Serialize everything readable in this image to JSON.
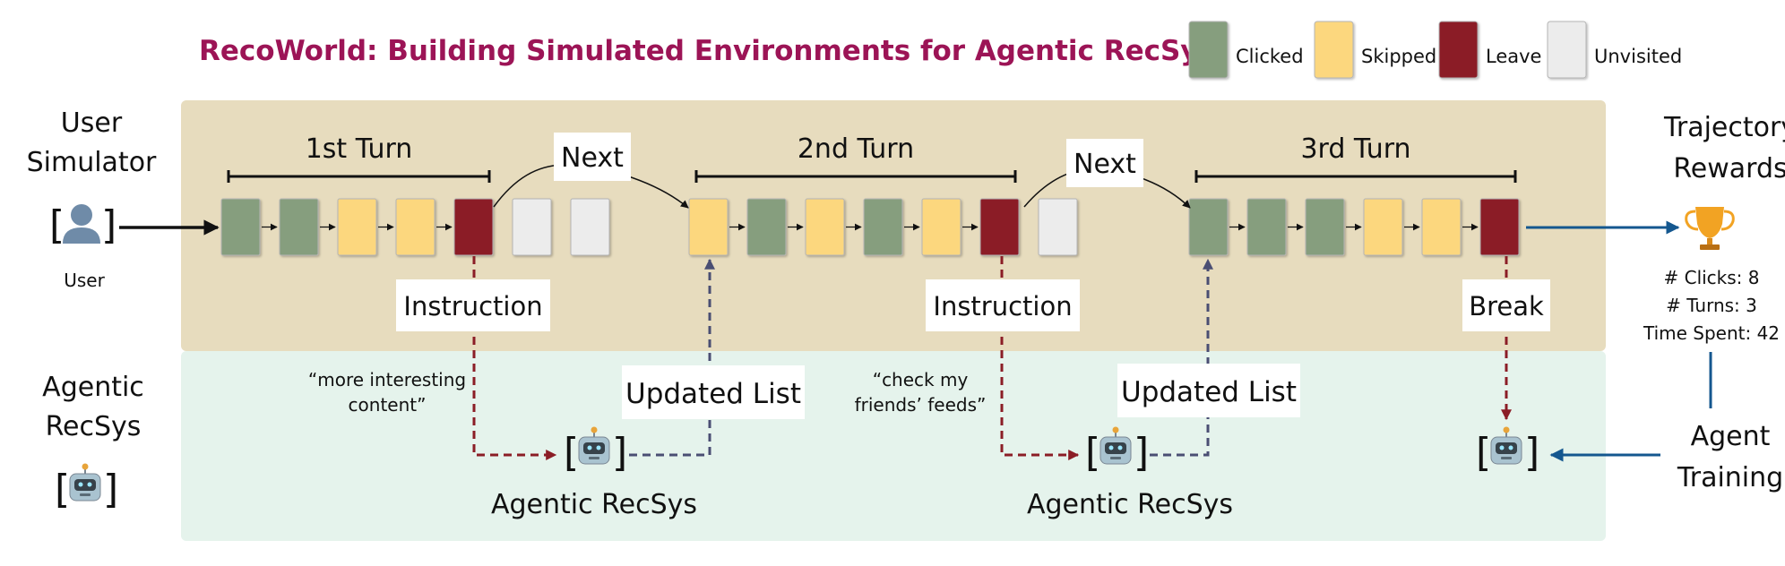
{
  "title": "RecoWorld: Building Simulated Environments for Agentic RecSys",
  "legend": [
    {
      "label": "Clicked",
      "color": "#869e7e"
    },
    {
      "label": "Skipped",
      "color": "#fcd77e"
    },
    {
      "label": "Leave",
      "color": "#8b1d26"
    },
    {
      "label": "Unvisited",
      "color": "#ececec"
    }
  ],
  "colors": {
    "title": "#9c1456",
    "sim_bg": "#e7dcbe",
    "agent_bg": "#e5f3ec",
    "red_arrow": "#8b1d26",
    "blue_dash": "#4a4e73",
    "blue_arrow": "#14578f"
  },
  "left": {
    "user_sim": "User\nSimulator",
    "user_label": "User",
    "agentic": "Agentic\nRecSys",
    "user_icon": "bust-in-silhouette",
    "robot_icon": "robot-face"
  },
  "turns": [
    {
      "label": "1st Turn",
      "items": [
        "clicked",
        "clicked",
        "skipped",
        "skipped",
        "leave",
        "unvisited",
        "unvisited"
      ]
    },
    {
      "label": "2nd Turn",
      "items": [
        "skipped",
        "clicked",
        "skipped",
        "clicked",
        "skipped",
        "leave",
        "unvisited"
      ]
    },
    {
      "label": "3rd Turn",
      "items": [
        "clicked",
        "clicked",
        "clicked",
        "skipped",
        "skipped",
        "leave"
      ]
    }
  ],
  "next_labels": [
    "Next",
    "Next"
  ],
  "instructions": [
    {
      "label": "Instruction",
      "quote": "“more interesting\ncontent”"
    },
    {
      "label": "Instruction",
      "quote": "“check my\nfriends’ feeds”"
    }
  ],
  "updated_list": [
    "Updated List",
    "Updated List"
  ],
  "break_label": "Break",
  "agentic_recsys_labels": [
    "Agentic RecSys",
    "Agentic RecSys"
  ],
  "right": {
    "trajectory_rewards": "Trajectory\nRewards",
    "stats": [
      "# Clicks: 8",
      "# Turns: 3",
      "Time Spent: 42"
    ],
    "agent_training": "Agent\nTraining",
    "trophy_icon": "trophy"
  }
}
